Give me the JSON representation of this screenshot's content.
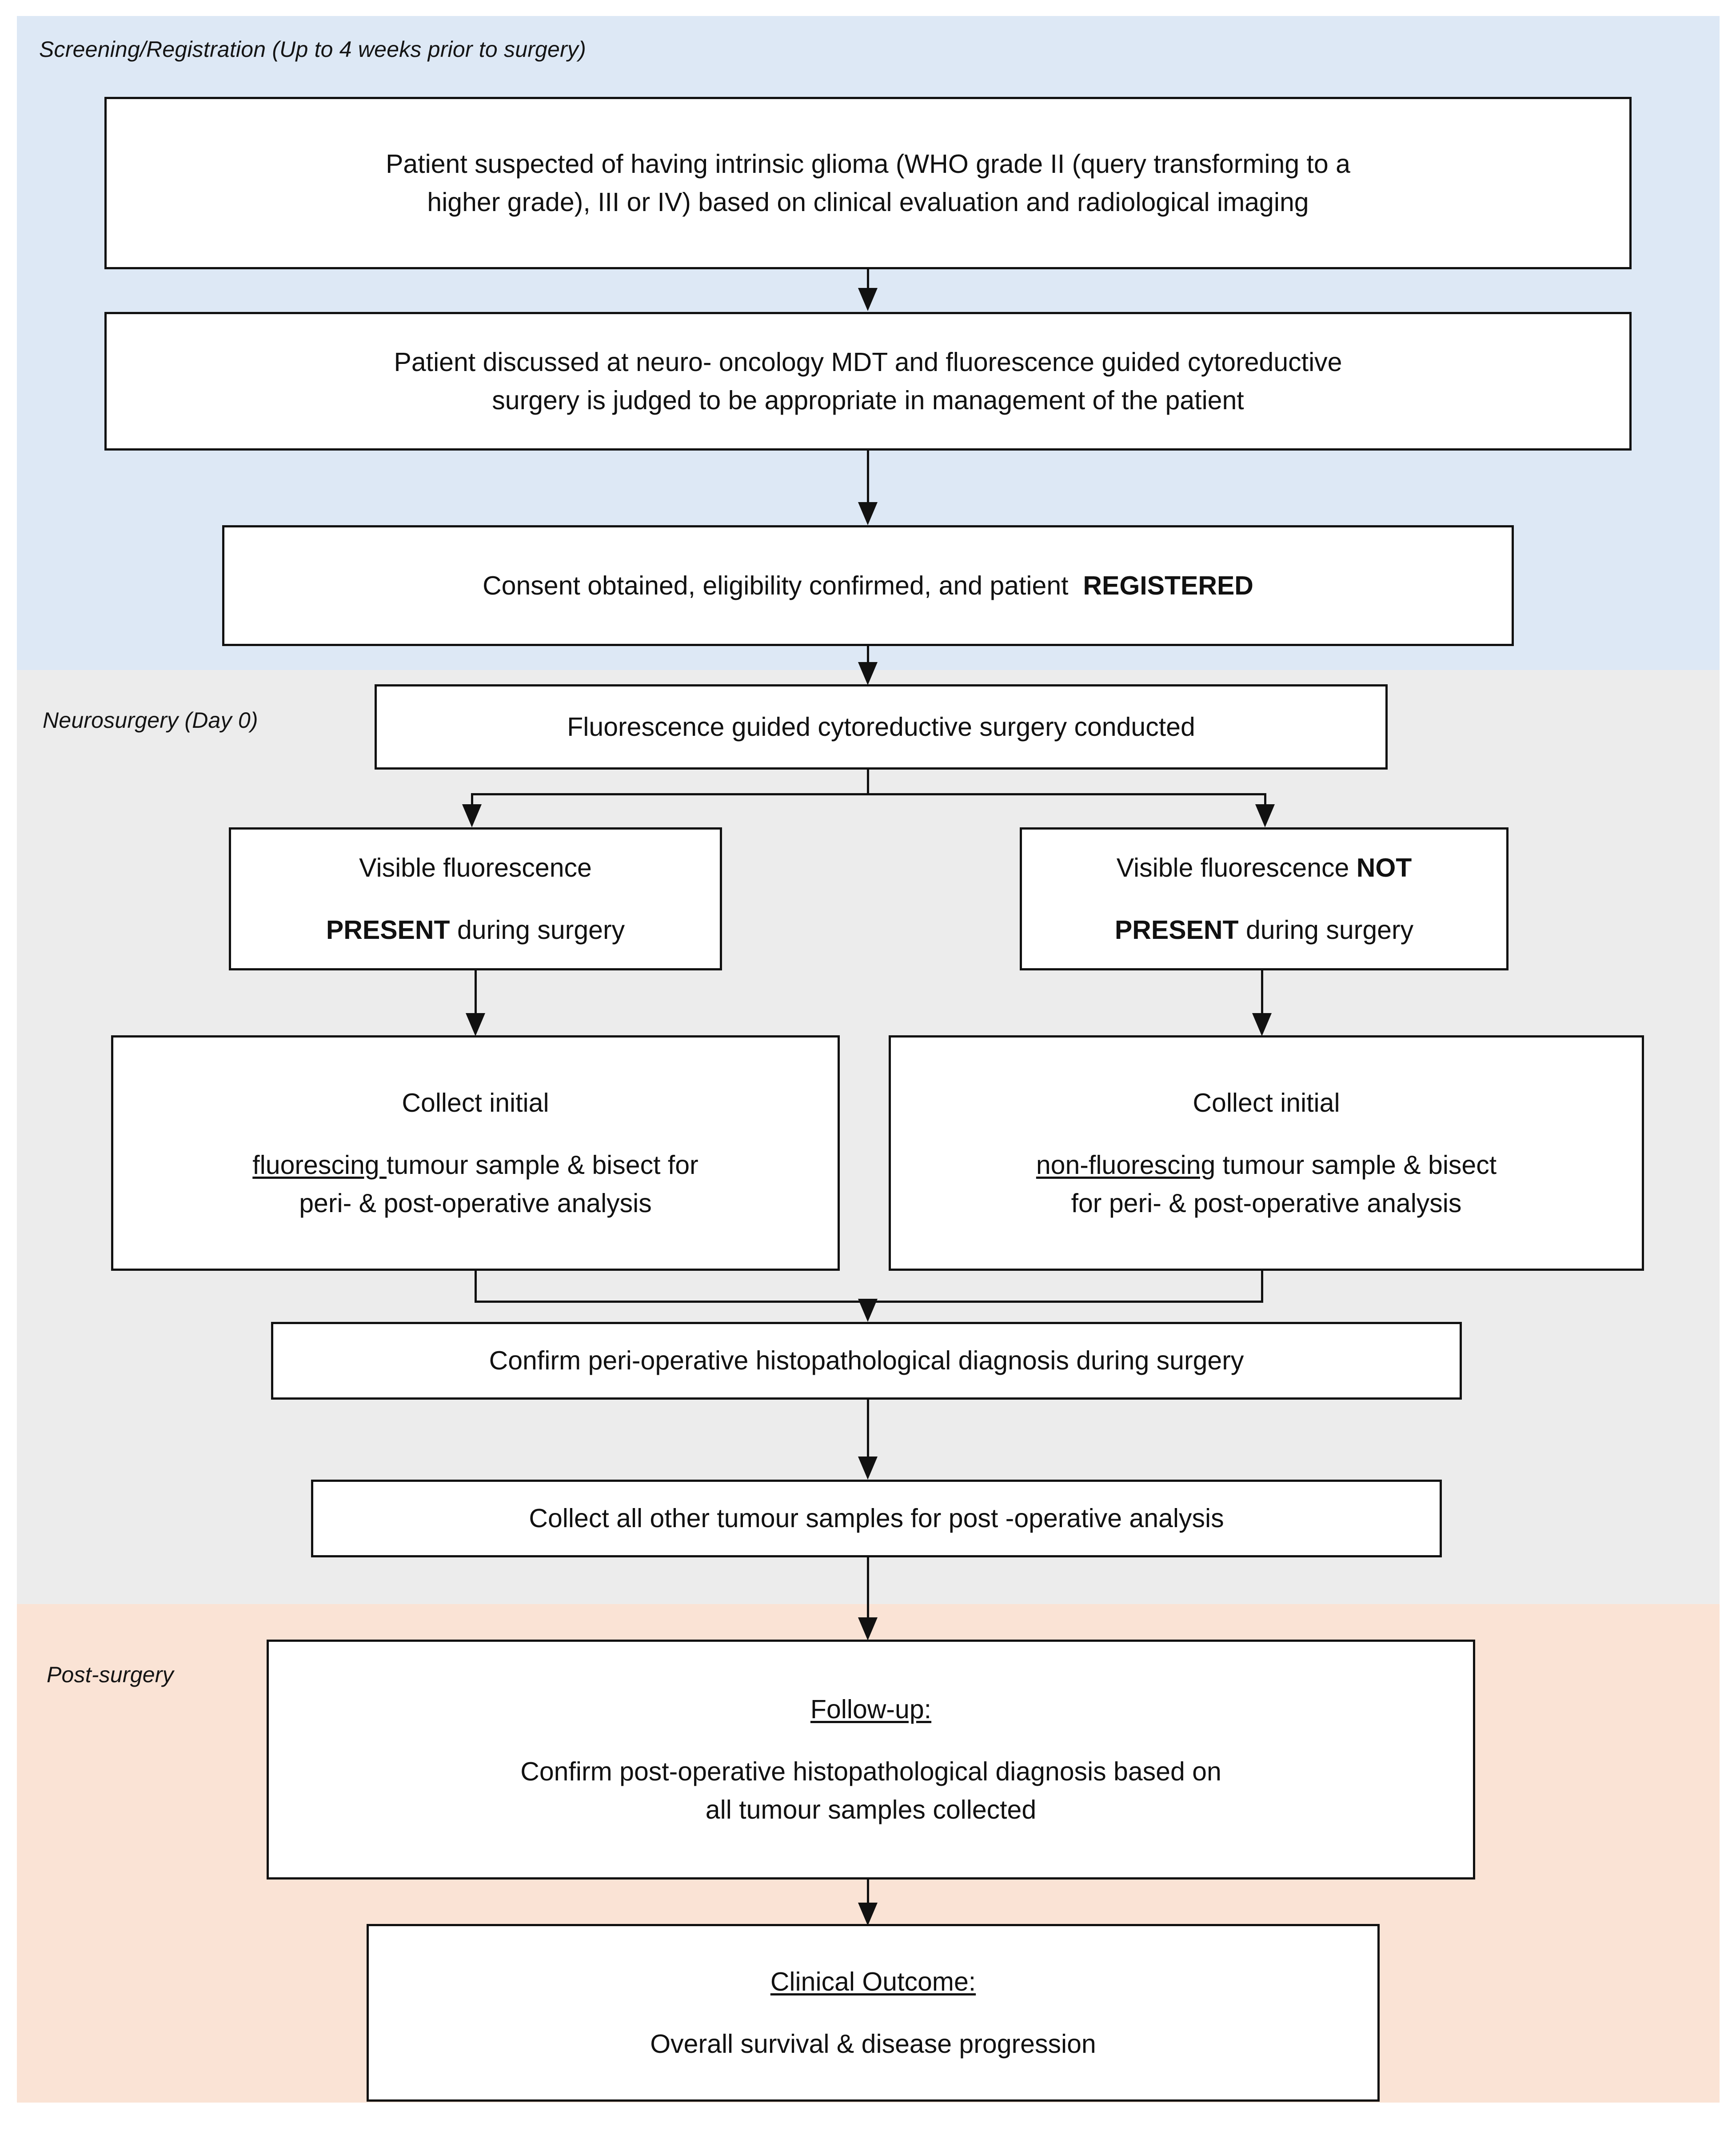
{
  "diagram": {
    "title": "Fluorescence guided cytoreductive glioma surgery trial flowchart",
    "colors": {
      "band_screening": "#dde8f5",
      "band_surgery": "#ececec",
      "band_post": "#fae3d5",
      "box_border": "#111111",
      "box_fill": "#ffffff",
      "text": "#111111"
    }
  },
  "phases": [
    {
      "id": "screening",
      "label": "Screening/Registration (Up to 4 weeks prior to surgery)"
    },
    {
      "id": "neurosurgery",
      "label": "Neurosurgery (Day 0)"
    },
    {
      "id": "post_surgery",
      "label": "Post-surgery"
    }
  ],
  "nodes": {
    "suspected": {
      "line1": "Patient suspected of having intrinsic glioma (WHO grade II (query transforming to a",
      "line2": "higher grade), III or IV) based on clinical evaluation and radiological imaging"
    },
    "mdt": {
      "line1": "Patient discussed at neuro- oncology MDT and fluorescence guided cytoreductive",
      "line2": "surgery is judged to be appropriate in management of the patient"
    },
    "consent": {
      "text": "Consent obtained, eligibility confirmed, and patient",
      "emphasis": "REGISTERED"
    },
    "surgery": {
      "text": "Fluorescence guided cytoreductive surgery conducted"
    },
    "fluor_present": {
      "line1": "Visible fluorescence",
      "emphasis": "PRESENT",
      "line2_rest": " during surgery"
    },
    "fluor_absent": {
      "line1_lead": "Visible fluorescence ",
      "line1_emphasis": "NOT",
      "emphasis": "PRESENT",
      "line2_rest": " during surgery"
    },
    "collect_fluorescing": {
      "line1": "Collect initial",
      "underlined": "fluorescing ",
      "line2_rest": "tumour sample & bisect for",
      "line3": "peri- & post-operative analysis"
    },
    "collect_non_fluorescing": {
      "line1": "Collect initial",
      "underlined": "non-fluorescing",
      "line2_rest": " tumour sample & bisect",
      "line3": "for peri- & post-operative analysis"
    },
    "confirm_peri": {
      "text": "Confirm peri-operative histopathological diagnosis during surgery"
    },
    "collect_all": {
      "text": "Collect all other tumour samples for post -operative analysis"
    },
    "followup": {
      "heading": "Follow-up:",
      "line1": "Confirm post-operative histopathological diagnosis based on",
      "line2": "all tumour samples collected"
    },
    "outcome": {
      "heading": "Clinical Outcome:",
      "line1": "Overall survival & disease progression"
    }
  },
  "edges": [
    {
      "from": "suspected",
      "to": "mdt",
      "type": "straight-down"
    },
    {
      "from": "mdt",
      "to": "consent",
      "type": "straight-down"
    },
    {
      "from": "consent",
      "to": "surgery",
      "type": "straight-down"
    },
    {
      "from": "surgery",
      "to": "fluor_present",
      "type": "split-left"
    },
    {
      "from": "surgery",
      "to": "fluor_absent",
      "type": "split-right"
    },
    {
      "from": "fluor_present",
      "to": "collect_fluorescing",
      "type": "straight-down"
    },
    {
      "from": "fluor_absent",
      "to": "collect_non_fluorescing",
      "type": "straight-down"
    },
    {
      "from": "collect_fluorescing",
      "to": "confirm_peri",
      "type": "merge"
    },
    {
      "from": "collect_non_fluorescing",
      "to": "confirm_peri",
      "type": "merge"
    },
    {
      "from": "confirm_peri",
      "to": "collect_all",
      "type": "straight-down"
    },
    {
      "from": "collect_all",
      "to": "followup",
      "type": "straight-down"
    },
    {
      "from": "followup",
      "to": "outcome",
      "type": "straight-down"
    }
  ]
}
